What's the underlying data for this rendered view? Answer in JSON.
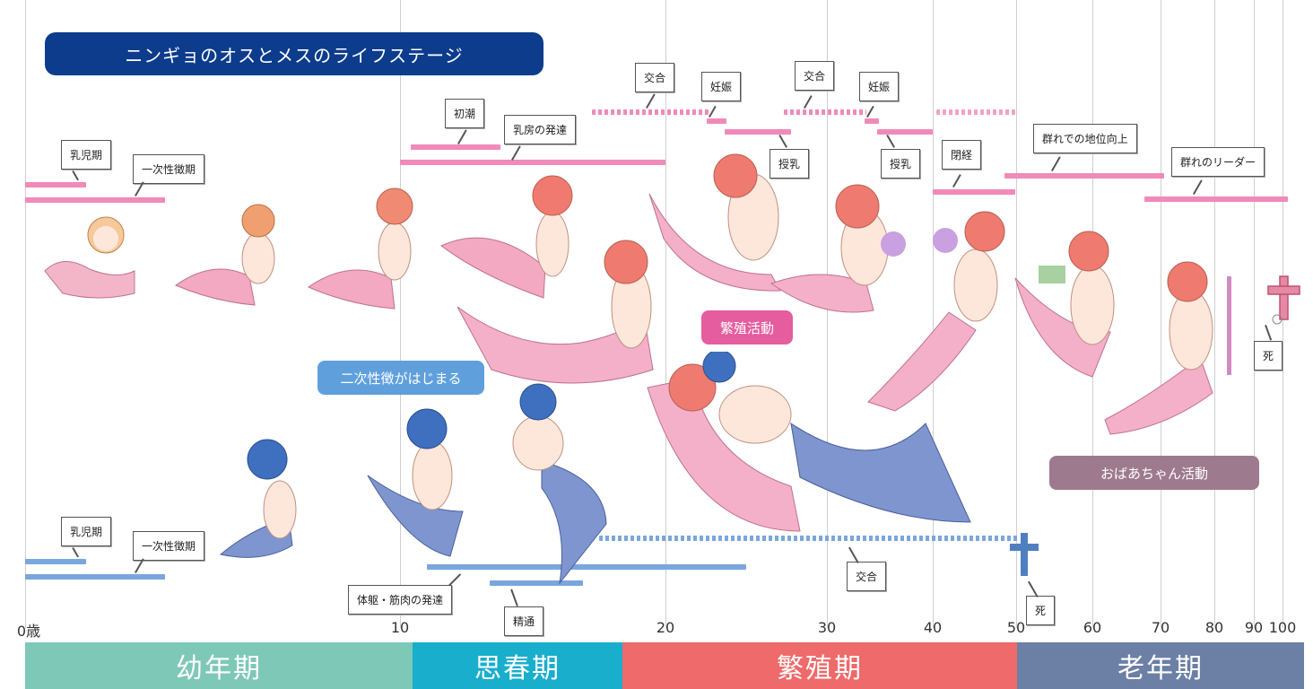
{
  "title": "ニンギョのオスとメスのライフステージ",
  "ticks": [
    "0歳",
    "10",
    "20",
    "30",
    "40",
    "50",
    "60",
    "70",
    "80",
    "90",
    "100"
  ],
  "phases": [
    "幼年期",
    "思春期",
    "繁殖期",
    "老年期"
  ],
  "colors": {
    "title_bg": "#0d3c8c",
    "female": "#f08ab8",
    "male": "#7aa6de",
    "youth": "#7ec8b8",
    "puberty": "#1aaecd",
    "breeding": "#ef6a6a",
    "old": "#6c7fa5"
  },
  "female_labels": {
    "infancy": "乳児期",
    "primary_sex": "一次性徴期",
    "menarche": "初潮",
    "breast": "乳房の発達",
    "mating1": "交合",
    "pregnancy1": "妊娠",
    "lactation1": "授乳",
    "mating2": "交合",
    "pregnancy2": "妊娠",
    "lactation2": "授乳",
    "menopause": "閉経",
    "status": "群れでの地位向上",
    "leader": "群れのリーダー",
    "death": "死"
  },
  "male_labels": {
    "infancy": "乳児期",
    "primary_sex": "一次性徴期",
    "body": "体躯・筋肉の発達",
    "semen": "精通",
    "mating": "交合",
    "death": "死"
  },
  "tags": {
    "secondary_sex": "二次性徴がはじまる",
    "breeding": "繁殖活動",
    "grandma": "おばあちゃん活動"
  }
}
